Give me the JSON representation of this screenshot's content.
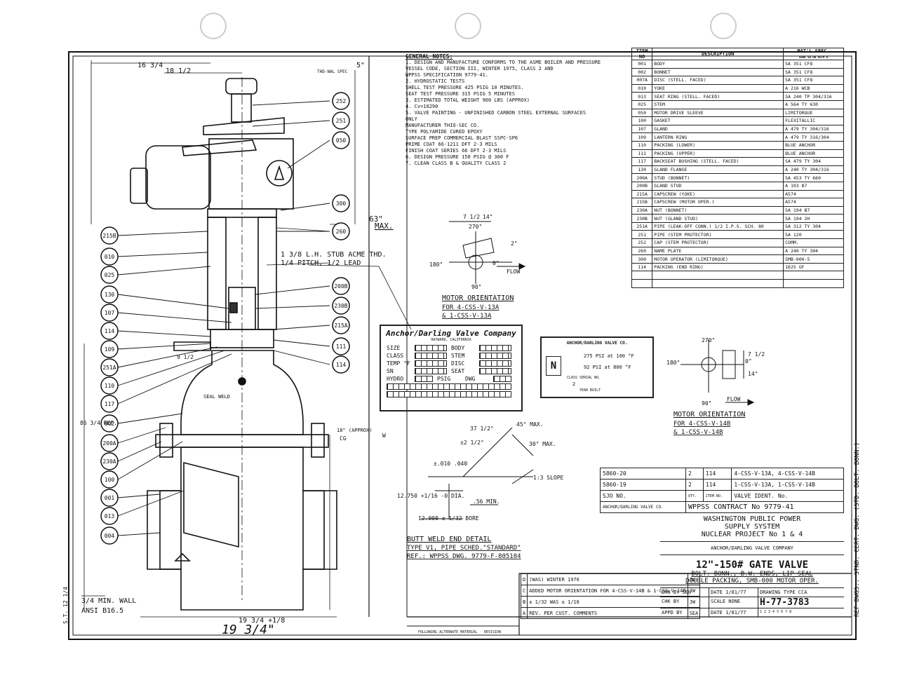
{
  "sheet": {
    "doc_number": "H-77-3783",
    "rev_letter": "D"
  },
  "general_notes": {
    "title": "GENERAL NOTES:",
    "lines": [
      "1. DESIGN AND MANUFACTURE CONFORMS TO THE ASME BOILER AND PRESSURE",
      "   VESSEL CODE, SECTION III, WINTER 1975, CLASS 2 AND",
      "   WPPSS SPECIFICATION 9779-41.",
      "2. HYDROSTATIC TESTS",
      "   SHELL TEST PRESSURE 425 PSIG 10 MINUTES.",
      "   SEAT TEST PRESSURE 315 PSIG 5 MINUTES",
      "3. ESTIMATED TOTAL WEIGHT 900 LBS (APPROX)",
      "4. Cv=10290",
      "5. VALVE PAINTING - UNFINISHED CARBON STEEL EXTERNAL SURFACES",
      "   ONLY",
      "   MANUFACTURER THIO-SEC CO.",
      "   TYPE POLYAMIDE CURED EPOXY",
      "   SURFACE PREP COMMERCIAL BLAST SSPC-SP6",
      "   PRIME COAT 66-1211 DFT 2-3 MILS",
      "   FINISH COAT SERIES 66 DFT 2-3 MILS",
      "6. DESIGN PRESSURE 150 PSIG @ 300 F",
      "7. CLEAN CLASS B & QUALITY CLASS 2"
    ]
  },
  "materials": {
    "headers": [
      "ITEM NO",
      "DESCRIPTION",
      "MAT'L SPEC."
    ],
    "spec_sub": "ASME SA OR ASTM A",
    "rows": [
      {
        "item": "001",
        "desc": "BODY",
        "spec": "SA 351 CF8"
      },
      {
        "item": "002",
        "desc": "BONNET",
        "spec": "SA 351 CF8"
      },
      {
        "item": "007A",
        "desc": "DISC (STELL. FACED)",
        "spec": "SA 351 CF8"
      },
      {
        "item": "010",
        "desc": "YOKE",
        "spec": "A 216 WCB"
      },
      {
        "item": "013",
        "desc": "SEAT RING (STELL. FACED)",
        "spec": "SA 240 TP 304/316"
      },
      {
        "item": "025",
        "desc": "STEM",
        "spec": "A 564 TY 630"
      },
      {
        "item": "050",
        "desc": "MOTOR DRIVE SLEEVE",
        "spec": "LIMITORQUE"
      },
      {
        "item": "100",
        "desc": "GASKET",
        "spec": "FLEXITALLIC"
      },
      {
        "item": "107",
        "desc": "GLAND",
        "spec": "A 479 TY 304/316"
      },
      {
        "item": "109",
        "desc": "LANTERN RING",
        "spec": "A 479 TY 316/304"
      },
      {
        "item": "110",
        "desc": "PACKING (LOWER)",
        "spec": "BLUE ANCHOR"
      },
      {
        "item": "111",
        "desc": "PACKING (UPPER)",
        "spec": "BLUE ANCHOR"
      },
      {
        "item": "117",
        "desc": "BACKSEAT BUSHING (STELL. FACED)",
        "spec": "SA 479 TY 304"
      },
      {
        "item": "130",
        "desc": "GLAND FLANGE",
        "spec": "A 240 TY 304/316"
      },
      {
        "item": "200A",
        "desc": "STUD (BONNET)",
        "spec": "SA 453 TY 660"
      },
      {
        "item": "200B",
        "desc": "GLAND STUD",
        "spec": "A 193 B7"
      },
      {
        "item": "215A",
        "desc": "CAPSCREW (YOKE)",
        "spec": "A574"
      },
      {
        "item": "215B",
        "desc": "CAPSCREW (MOTOR OPER.)",
        "spec": "A574"
      },
      {
        "item": "230A",
        "desc": "NUT (BONNET)",
        "spec": "SA 194 B7"
      },
      {
        "item": "230B",
        "desc": "NUT (GLAND STUD)",
        "spec": "SA 194 2H"
      },
      {
        "item": "251A",
        "desc": "PIPE (LEAK-OFF CONN.) 1/2 I.P.S. SCH. 80",
        "spec": "SA 312 TY 304"
      },
      {
        "item": "251",
        "desc": "PIPE (STEM PROTECTOR)",
        "spec": "SA 120"
      },
      {
        "item": "252",
        "desc": "CAP (STEM PROTECTOR)",
        "spec": "COMM."
      },
      {
        "item": "260",
        "desc": "NAME PLATE",
        "spec": "A 240 TY 304"
      },
      {
        "item": "300",
        "desc": "MOTOR OPERATOR (LIMITORQUE)",
        "spec": "SMB-000-5"
      },
      {
        "item": "114",
        "desc": "PACKING (END RING)",
        "spec": "1625 GF"
      },
      {
        "item": "",
        "desc": "",
        "spec": ""
      },
      {
        "item": "",
        "desc": "",
        "spec": ""
      }
    ]
  },
  "drawing": {
    "dims": {
      "d_16_3_4": "16 3/4",
      "d_18_1_2": "18 1/2",
      "d_5": "5\"",
      "thd_spec": "THD-NAL SPEC",
      "d_63": "63\"",
      "max": "MAX.",
      "stub": "1 3/8 L.H. STUB ACME THD.",
      "pitch": "1/4 PITCH, 1/2 LEAD",
      "d_9_1_2": "9 1/2",
      "seal_weld": "SEAL WELD",
      "d_86": "86 3/4 REF.",
      "d_18_approx": "18\" (APPROX)",
      "cg": "CG",
      "min_wall": "3/4 MIN. WALL",
      "ansi": "ANSI B16.5",
      "d_19_3_4_top": "19 3/4 +1/8",
      "d_19_3_4": "19 3/4\"",
      "st": "S.T. 12 1/4"
    },
    "callouts": [
      "252",
      "251",
      "050",
      "300",
      "260",
      "215B",
      "010",
      "025",
      "130",
      "107",
      "114",
      "109",
      "251A",
      "110",
      "117",
      "002",
      "200A",
      "230A",
      "100",
      "001",
      "013",
      "004",
      "200B",
      "230B",
      "215A",
      "111",
      "114"
    ]
  },
  "motor_orientation_a": {
    "title": "MOTOR ORIENTATION",
    "line1": "FOR 4-CSS-V-13A",
    "line2": "& 1-CSS-V-13A",
    "a270": "270\"",
    "a180": "180\"",
    "a0": "0\"",
    "a90": "90\"",
    "d2": "2\"",
    "d7": "7 1/2",
    "d14": "14\"",
    "flow": "FLOW"
  },
  "motor_orientation_b": {
    "title": "MOTOR ORIENTATION",
    "line1": "FOR 4-CSS-V-14B",
    "line2": "& 1-CSS-V-14B",
    "a270": "270\"",
    "a180": "180\"",
    "a0": "0\"",
    "a90": "90\"",
    "d7": "7 1/2",
    "d14": "14\"",
    "flow": "FLOW"
  },
  "nameplate": {
    "title": "Anchor/Darling Valve Company",
    "sub": "HAYWARD, CALIFORNIA",
    "size": "SIZE",
    "class": "CLASS",
    "temp": "TEMP °F",
    "sn": "SN",
    "hydro": "HYDRO",
    "psig": "PSIG",
    "body": "BODY",
    "stem": "STEM",
    "disc": "DISC",
    "seat": "SEAT",
    "dwg": "DWG"
  },
  "code_tag": {
    "title": "ANCHOR/DARLING VALVE CO.",
    "n": "N",
    "p1": "275 PSI at 100 °F",
    "p2": "92 PSI at 800 °F",
    "class": "CLASS SERIAL NO.",
    "cls_val": "2",
    "year": "YEAR BUILT"
  },
  "butt_weld": {
    "title": "BUTT WELD END DETAIL",
    "type": "TYPE V1, PIPE SCHED.\"STANDARD\"",
    "ref": "REF.: WPPSS DWG. 9779-F-805104",
    "d37": "37 1/2°",
    "d45": "45° MAX.",
    "d30": "30° MAX.",
    "d2": "±2 1/2°",
    "d010": "±.010 .040",
    "slope": "1:3 SLOPE",
    "dia": "12.750 +1/16 -0 DIA.",
    "bore": "12.000 ± 1/32 BORE",
    "d56": ".56 MIN.",
    "w": "W"
  },
  "valve_ident": {
    "rows": [
      {
        "sjo": "5860-20",
        "qty": "2",
        "item": "114",
        "ident": "4-CSS-V-13A, 4-CSS-V-14B"
      },
      {
        "sjo": "5860-19",
        "qty": "2",
        "item": "114",
        "ident": "1-CSS-V-13A, 1-CSS-V-14B"
      }
    ],
    "head_qty": "QTY.",
    "head_item": "ITEM NO.",
    "head_ident": "VALVE IDENT. No.",
    "sjo_label": "SJO NO.",
    "anchor_label": "ANCHOR/DARLING VALVE CO."
  },
  "title_block": {
    "contract": "WPPSS CONTRACT No 9779-41",
    "owner1": "WASHINGTON PUBLIC POWER",
    "owner2": "SUPPLY SYSTEM",
    "owner3": "NUCLEAR PROJECT No 1 & 4",
    "company": "ANCHOR/DARLING VALVE COMPANY",
    "title": "12\"-150# GATE VALVE",
    "sub1": "BOLT. BONN., B.W. ENDS, LIP SEAL",
    "sub2": "DOUBLE PACKING, SMB-000 MOTOR OPER.",
    "drn": "DRN BY SEO",
    "date1": "DATE 1/81/77",
    "chk": "CHK BY",
    "scale": "SCALE NONE",
    "appd": "APPD BY",
    "date2": "DATE 1/81/77",
    "dwg_type": "DRAWING TYPE CCA",
    "rev": "REV.",
    "number": "H-77-3783",
    "numbers": "1 2 3 4 5 6 7 8"
  },
  "revisions": [
    {
      "ltr": "D",
      "desc": "(WAS) WINTER 1976",
      "by": "JW"
    },
    {
      "ltr": "C",
      "desc": "ADDED MOTOR ORIENTATION FOR 4-CSS-V-14B & 1-CSS-V-14B",
      "by": "JW"
    },
    {
      "ltr": "B",
      "desc": "± 1/32 WAS ± 1/16",
      "by": "JW"
    },
    {
      "ltr": "A",
      "desc": "REV. PER CUST. COMMENTS",
      "by": "SEA"
    }
  ],
  "following": "FOLLOWING ALTERNATE MATERIAL",
  "revision_label": "REVISION",
  "side_note": "REF DWGS.: STND. CERT. DWG. (STD. BOLT. BONN.)"
}
